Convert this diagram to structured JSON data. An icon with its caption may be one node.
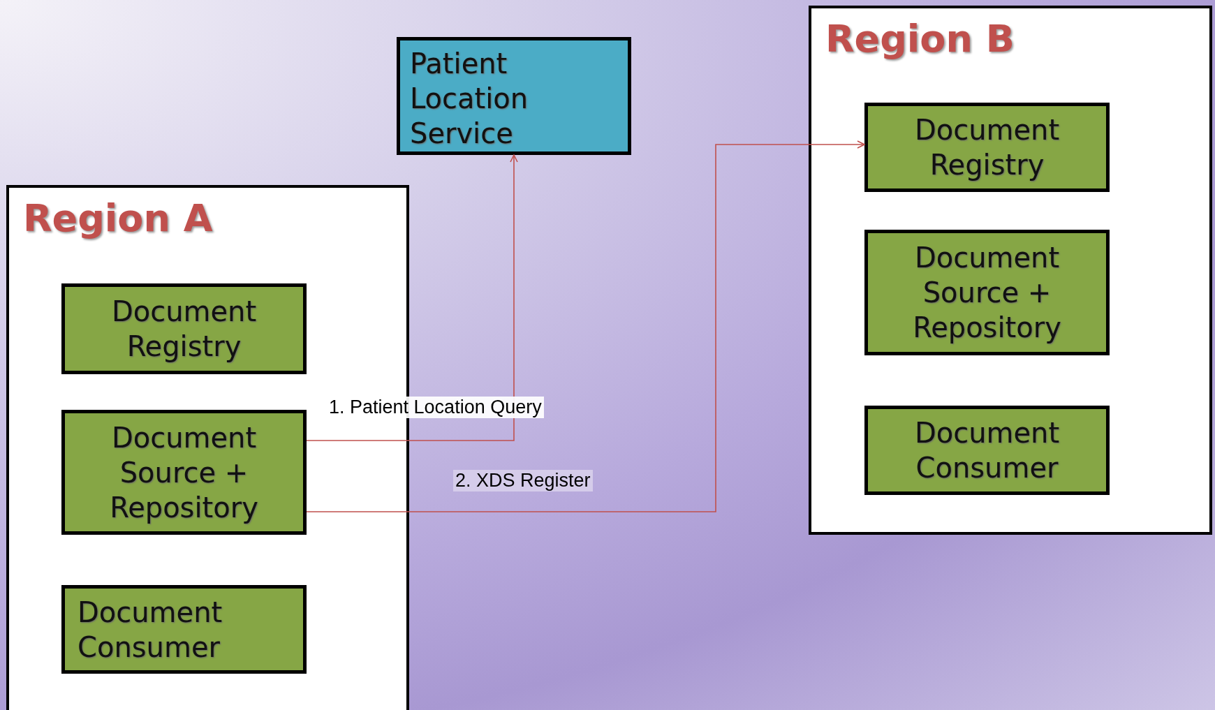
{
  "diagram": {
    "nodes": [
      {
        "text": [
          "Patient Location Service"
        ]
      },
      {
        "text": [
          "Region A"
        ]
      },
      {
        "text": [
          "Document Registry"
        ],
        "in": 1
      },
      {
        "text": [
          "Document Source + Repository"
        ],
        "in": 1
      },
      {
        "text": [
          "Document Consumer"
        ],
        "in": 1
      },
      {
        "text": [
          "Region B"
        ]
      },
      {
        "text": [
          "Document Registry"
        ],
        "in": 5
      },
      {
        "text": [
          "Document Source + Repository"
        ],
        "in": 5
      },
      {
        "text": [
          "Document Consumer"
        ],
        "in": 5
      }
    ],
    "edges": [
      {
        "from": 3,
        "to": 0,
        "arrow": "to",
        "label": "1. Patient Location Query",
        "color": "#c0504d"
      },
      {
        "from": 3,
        "to": 6,
        "arrow": "to",
        "label": "2. XDS Register",
        "color": "#c0504d"
      }
    ]
  }
}
